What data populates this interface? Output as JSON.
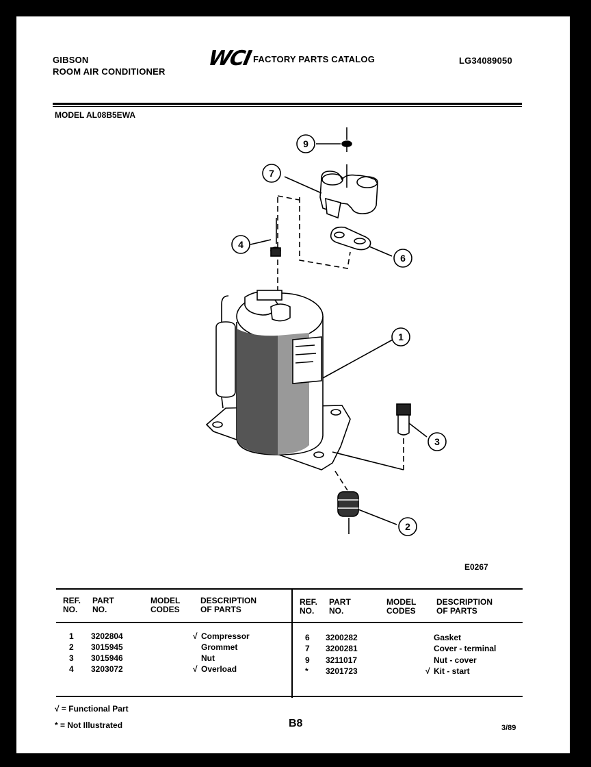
{
  "header": {
    "brand": "GIBSON",
    "product": "ROOM AIR CONDITIONER",
    "logo_text": "WCI",
    "catalog_title": "FACTORY PARTS CATALOG",
    "catalog_number": "LG34089050",
    "model_line": "MODEL AL08B5EWA"
  },
  "diagram": {
    "callouts": [
      "9",
      "7",
      "4",
      "6",
      "1",
      "3",
      "2"
    ],
    "figure_code": "E0267"
  },
  "table": {
    "headers": {
      "ref_1": "REF.",
      "ref_2": "NO.",
      "part_1": "PART",
      "part_2": "NO.",
      "model_1": "MODEL",
      "model_2": "CODES",
      "desc_1": "DESCRIPTION",
      "desc_2": "OF PARTS"
    },
    "left_rows": [
      {
        "ref": "1",
        "part": "3202804",
        "mark": "√",
        "desc": "Compressor"
      },
      {
        "ref": "2",
        "part": "3015945",
        "mark": "",
        "desc": "Grommet"
      },
      {
        "ref": "3",
        "part": "3015946",
        "mark": "",
        "desc": "Nut"
      },
      {
        "ref": "4",
        "part": "3203072",
        "mark": "√",
        "desc": "Overload"
      }
    ],
    "right_rows": [
      {
        "ref": "6",
        "part": "3200282",
        "mark": "",
        "desc": "Gasket"
      },
      {
        "ref": "7",
        "part": "3200281",
        "mark": "",
        "desc": "Cover - terminal"
      },
      {
        "ref": "9",
        "part": "3211017",
        "mark": "",
        "desc": "Nut - cover"
      },
      {
        "ref": "*",
        "part": "3201723",
        "mark": "√",
        "desc": "Kit - start"
      }
    ]
  },
  "footer": {
    "legend_functional": "√ = Functional Part",
    "legend_not_illustrated": "* = Not Illustrated",
    "page": "B8",
    "date": "3/89"
  }
}
